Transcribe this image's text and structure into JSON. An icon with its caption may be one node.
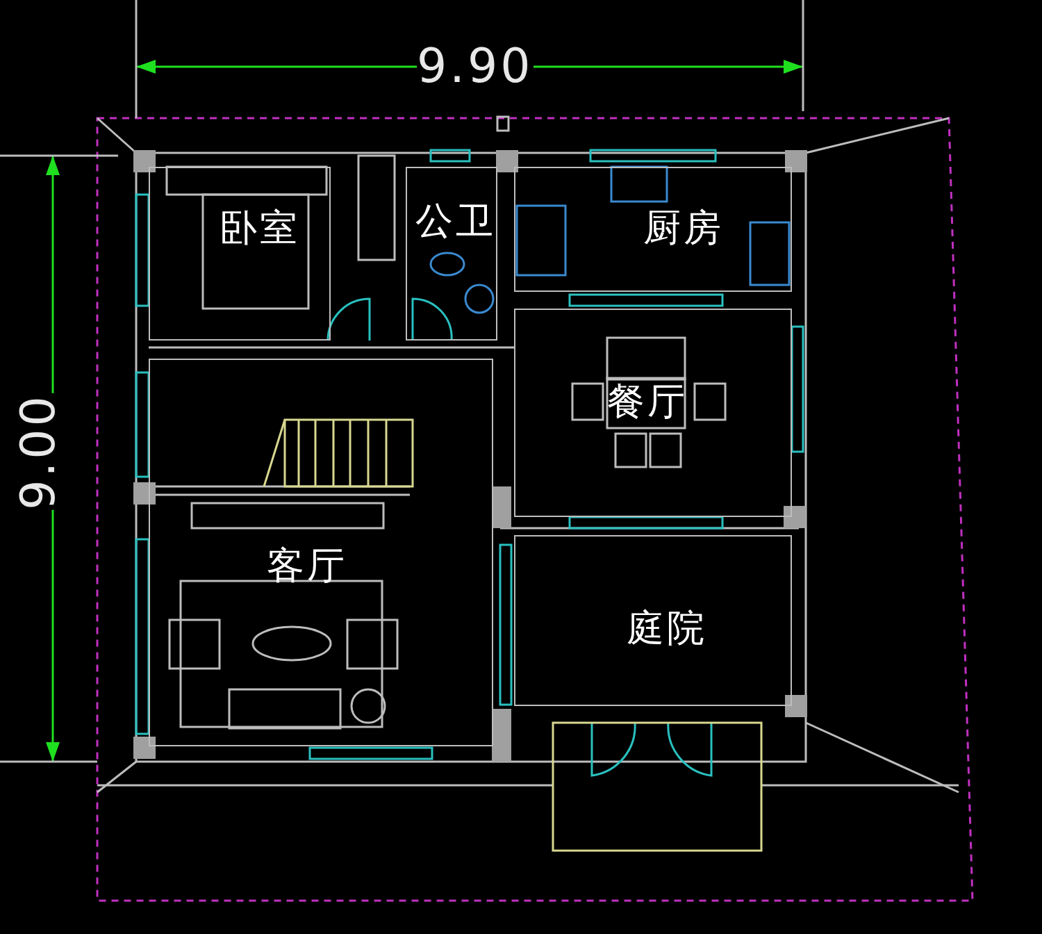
{
  "diagram": {
    "nodes": [
      {
        "text": [
          "卧室"
        ]
      },
      {
        "text": [
          "公卫"
        ]
      },
      {
        "text": [
          "厨房"
        ]
      },
      {
        "text": [
          "餐厅"
        ]
      },
      {
        "text": [
          "客厅"
        ]
      },
      {
        "text": [
          "庭院"
        ]
      }
    ],
    "labels": [
      "9.90",
      "9.00"
    ]
  }
}
